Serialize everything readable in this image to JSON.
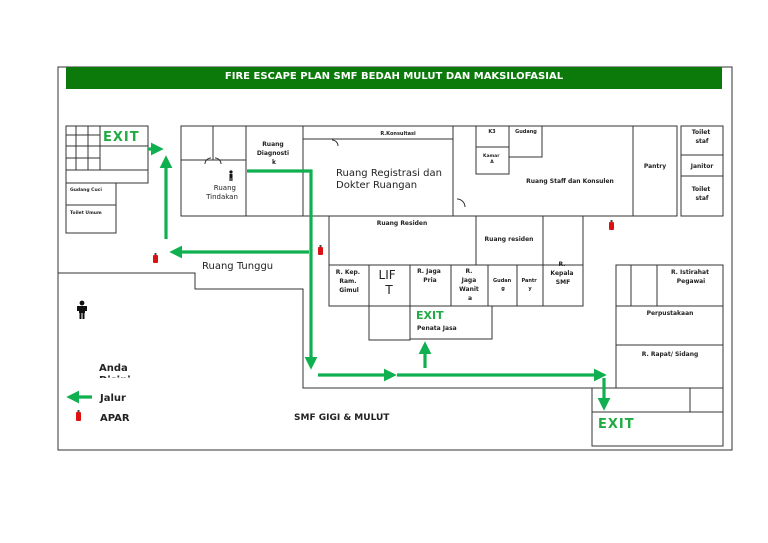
{
  "title": "FIRE ESCAPE PLAN SMF BEDAH MULUT DAN MAKSILOFASIAL",
  "colors": {
    "accent": "#0b7a0b",
    "route": "#10b050",
    "exit_text": "#22aa44",
    "extinguisher": "#dd1111",
    "wall": "#333333"
  },
  "exit_label": "EXIT",
  "rooms": {
    "gudang_cuci": "Gudang Cuci",
    "toilet_umum": "Toilet Umum",
    "ruang_diagnostik": [
      "Ruang",
      "Diagnosti",
      "k"
    ],
    "ruang_tindakan": [
      "Ruang",
      "Tindakan"
    ],
    "r_konsultasi": "R.Konsultasi",
    "registrasi": [
      "Ruang Registrasi dan",
      "Dokter Ruangan"
    ],
    "k3": "K3",
    "gudang_top": "Gudang",
    "kamar_a": [
      "Kamar",
      "A"
    ],
    "staff_konsulen": "Ruang Staff dan Konsulen",
    "pantry": "Pantry",
    "toilet_staf_1": [
      "Toilet",
      "staf"
    ],
    "janitor": "Janitor",
    "toilet_staf_2": [
      "Toilet",
      "staf"
    ],
    "ruang_residen": "Ruang Residen",
    "ruang_residen_2": "Ruang residen",
    "kep_ram_gimul": [
      "R. Kep.",
      "Ram.",
      "Gimul"
    ],
    "lift": [
      "LIF",
      "T"
    ],
    "jaga_pria": [
      "R. Jaga",
      "Pria"
    ],
    "jaga_wanita": [
      "R.",
      "Jaga",
      "Wanit",
      "a"
    ],
    "gudang_bottom": [
      "Gudan",
      "g"
    ],
    "pantry_small": [
      "Pantr",
      "y"
    ],
    "kepala_smf": [
      "R.",
      "Kepala",
      "SMF"
    ],
    "penata_jasa": "Penata Jasa",
    "istirahat": [
      "R. Istirahat",
      "Pegawai"
    ],
    "perpustakaan": "Perpustakaan",
    "rapat": "R. Rapat/ Sidang",
    "ruang_tunggu": "Ruang Tunggu",
    "smf_gigi": "SMF GIGI & MULUT"
  },
  "legend": {
    "anda": [
      "Anda",
      "Disini"
    ],
    "jalur": "Jalur",
    "apar": "APAR"
  }
}
